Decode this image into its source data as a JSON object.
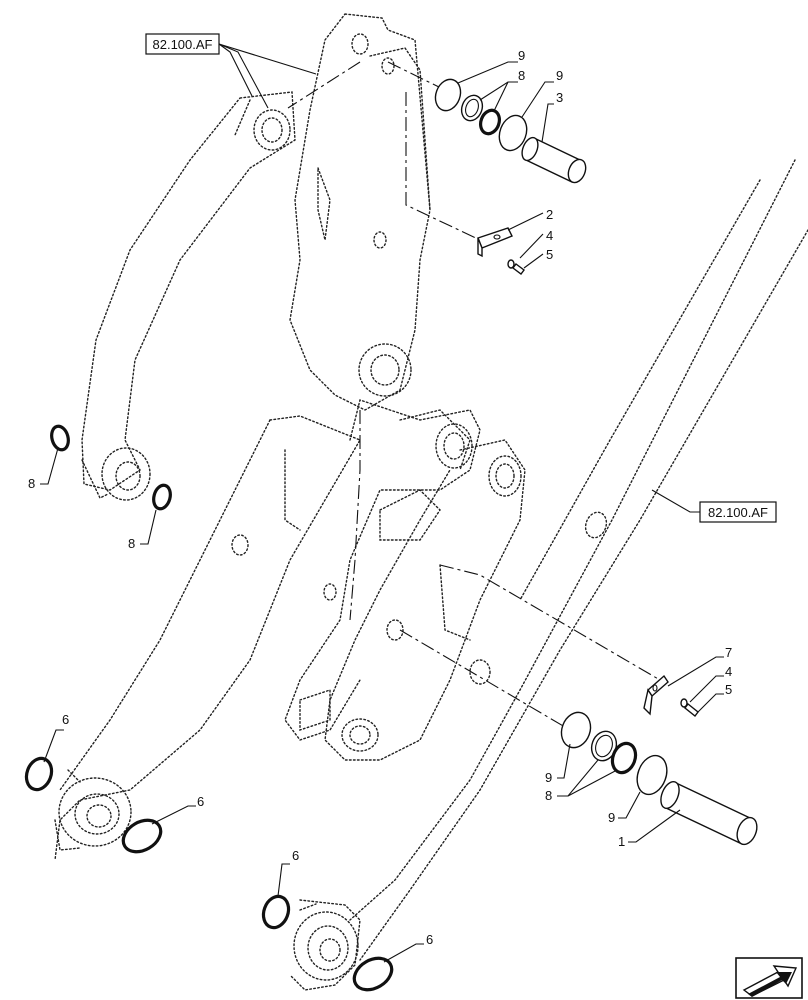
{
  "references": {
    "top_left": "82.100.AF",
    "right": "82.100.AF"
  },
  "callouts": {
    "c9a": "9",
    "c8a": "8",
    "c9b": "9",
    "c3": "3",
    "c2": "2",
    "c4a": "4",
    "c5a": "5",
    "c8l1": "8",
    "c8l2": "8",
    "c7": "7",
    "c4b": "4",
    "c5b": "5",
    "c9c": "9",
    "c8b": "8",
    "c9d": "9",
    "c1": "1",
    "c6a": "6",
    "c6b": "6",
    "c6c": "6",
    "c6d": "6"
  },
  "icons": {
    "nav": "next-page-arrow-icon"
  }
}
